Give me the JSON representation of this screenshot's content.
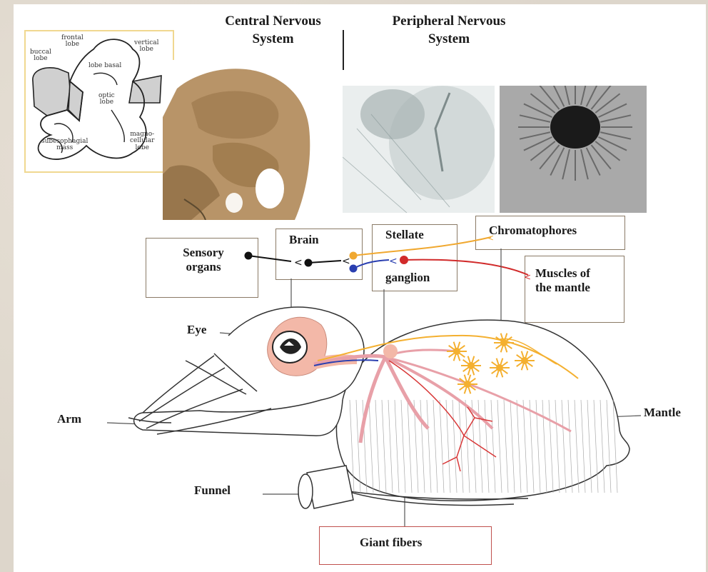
{
  "headers": {
    "central_line1": "Central Nervous",
    "central_line2": "System",
    "peripheral_line1": "Peripheral Nervous",
    "peripheral_line2": "System"
  },
  "brain_map_labels": {
    "frontal": "frontal",
    "frontal_lobe": "lobe",
    "vertical": "vertical",
    "vertical_lobe": "lobe",
    "buccal": "buccal",
    "buccal_lobe": "lobe",
    "lobe_basal": "lobe basal",
    "optic": "optic",
    "optic_lobe": "lobe",
    "subesophageal": "subesophagial",
    "subesophageal_mass": "mass",
    "magno": "magno-",
    "cellular": "cellular",
    "magno_lobe": "lobe"
  },
  "pathway": {
    "sensory_line1": "Sensory",
    "sensory_line2": "organs",
    "brain": "Brain",
    "stellate": "Stellate",
    "ganglion": "ganglion",
    "chromatophores": "Chromatophores",
    "muscles_line1": "Muscles of",
    "muscles_line2": "the mantle"
  },
  "anatomy": {
    "eye": "Eye",
    "arm": "Arm",
    "mantle": "Mantle",
    "funnel": "Funnel",
    "giant_fibers": "Giant fibers"
  },
  "colors": {
    "pathway_orange": "#f0a830",
    "pathway_blue": "#2a3fb0",
    "pathway_red": "#d12a2a",
    "nerve_pink": "#e8a0a8",
    "giant_fiber_red": "#d83838",
    "chromatophore_orange": "#f4b030",
    "box_border": "#8a7a66",
    "giant_box_border": "#c0504d",
    "brain_map_border": "#f0d890"
  }
}
